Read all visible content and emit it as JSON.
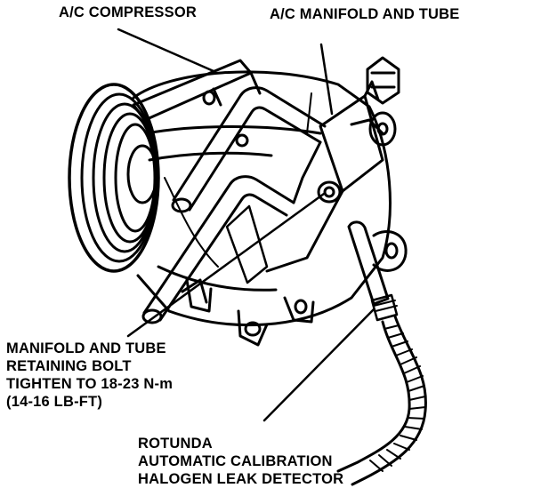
{
  "labels": {
    "compressor": "A/C COMPRESSOR",
    "manifold_tube": "A/C MANIFOLD AND TUBE",
    "bolt": {
      "line1": "MANIFOLD AND TUBE",
      "line2": "RETAINING BOLT",
      "line3": "TIGHTEN TO 18-23 N-m",
      "line4": "(14-16 LB-FT)"
    },
    "detector": {
      "line1": "ROTUNDA",
      "line2": "AUTOMATIC CALIBRATION",
      "line3": "HALOGEN LEAK DETECTOR"
    }
  },
  "colors": {
    "ink": "#000000",
    "paper": "#ffffff"
  }
}
